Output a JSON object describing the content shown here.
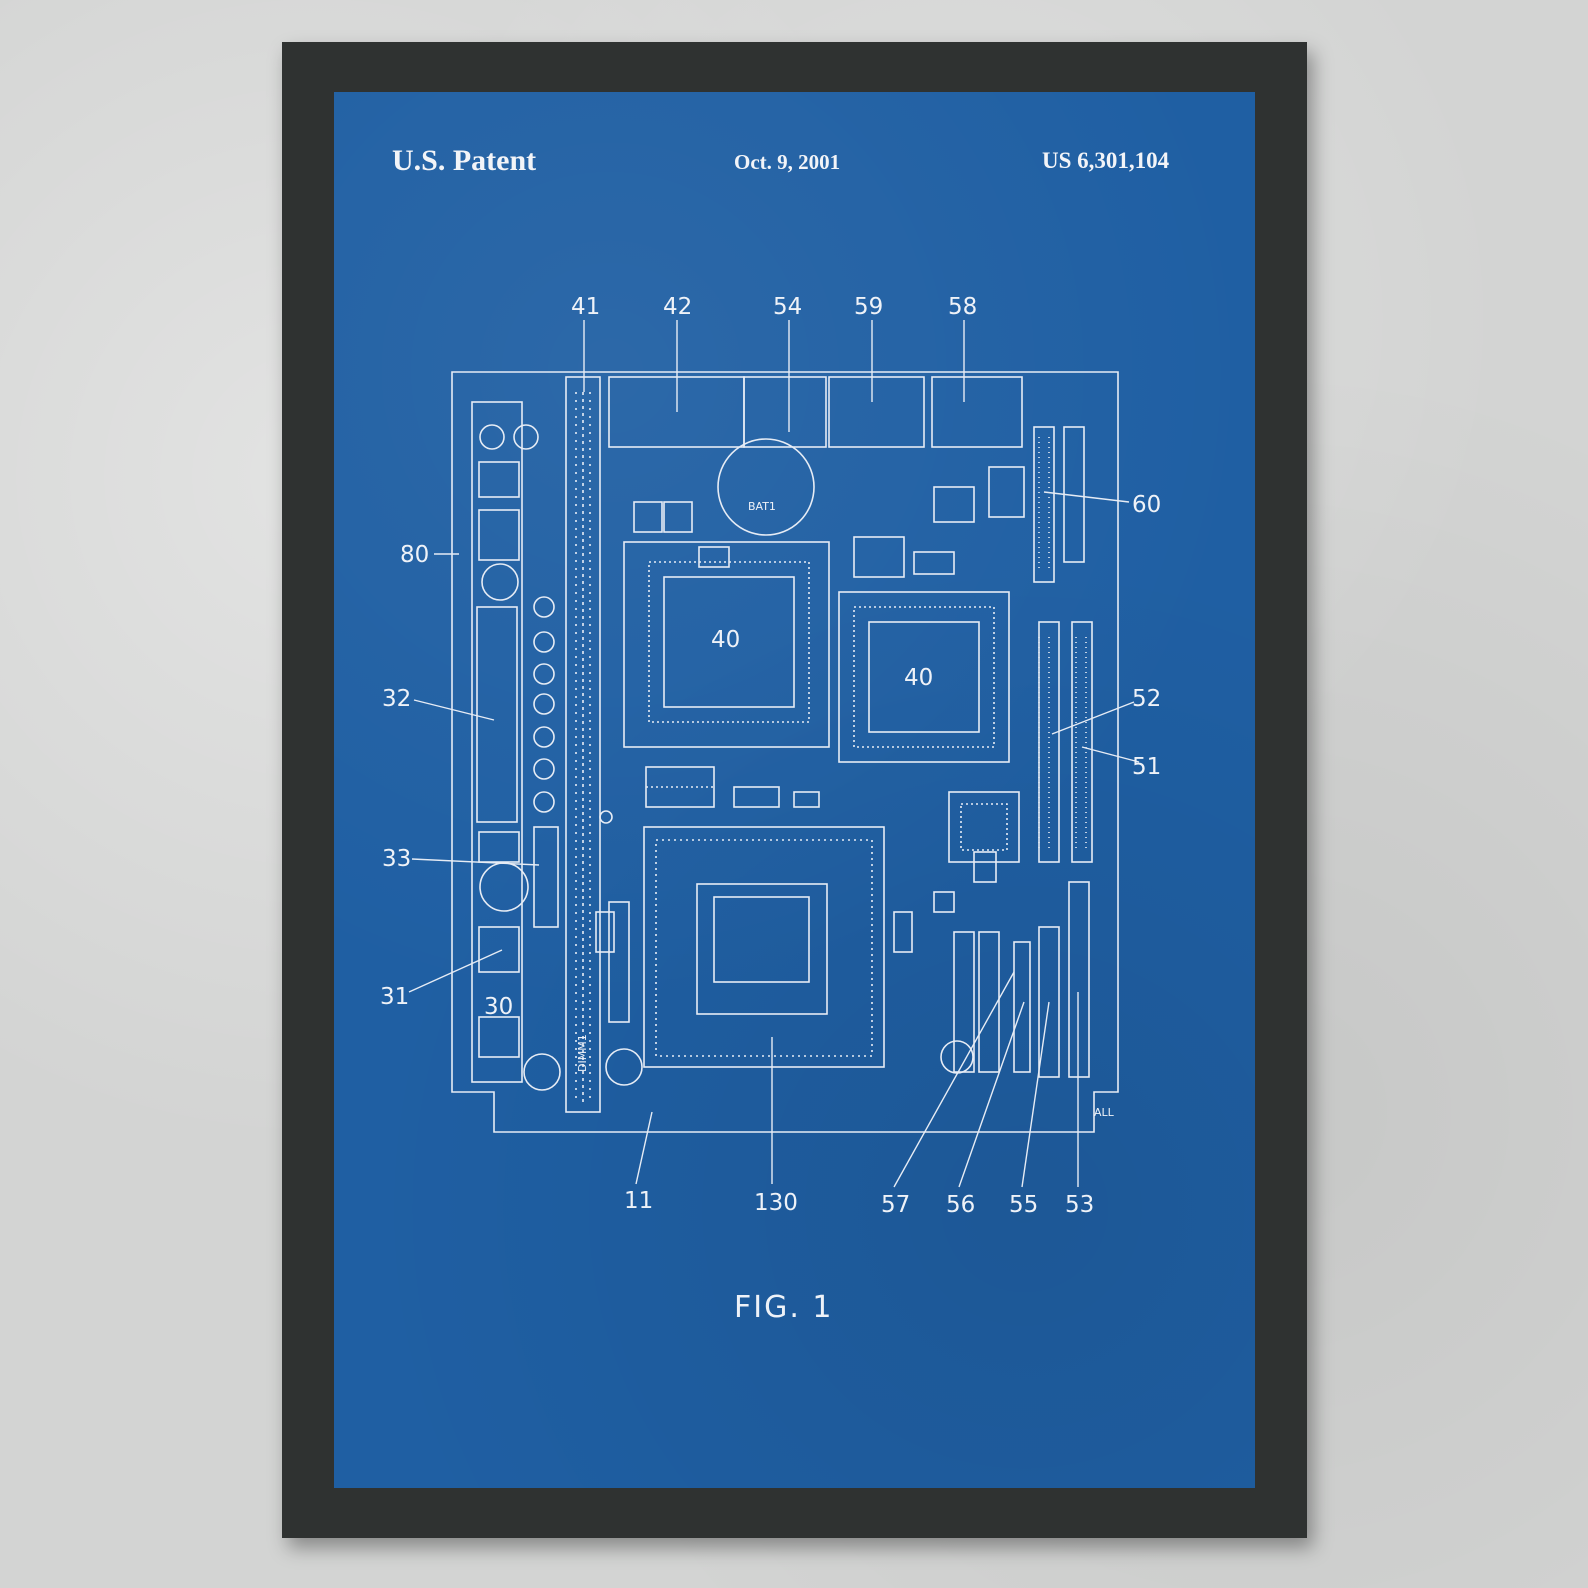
{
  "patent": {
    "office": "U.S. Patent",
    "date": "Oct. 9, 2001",
    "number": "US 6,301,104"
  },
  "figure": {
    "caption": "FIG. 1",
    "chip_labels": [
      "40",
      "40"
    ],
    "small_text": [
      "BAT1",
      "DIMM1",
      "ALL"
    ],
    "reference_numerals": {
      "top": [
        "41",
        "42",
        "54",
        "59",
        "58"
      ],
      "left": [
        "80",
        "32",
        "33",
        "31",
        "30"
      ],
      "right": [
        "60",
        "52",
        "51"
      ],
      "bottom": [
        "11",
        "130",
        "57",
        "56",
        "55",
        "53"
      ]
    }
  },
  "colors": {
    "blueprint": "#1f5fa3",
    "frame": "#2f3231",
    "wall": "#d3d4d3",
    "ink": "#eef2f8"
  }
}
